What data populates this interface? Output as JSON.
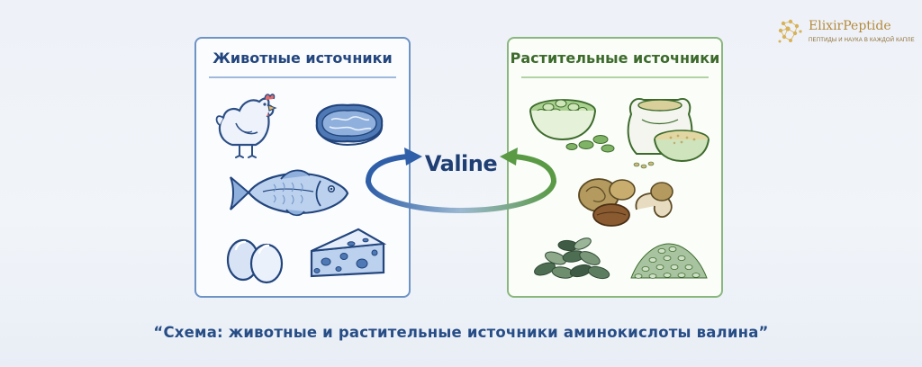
{
  "brand": {
    "name": "ElixirPeptide",
    "tagline": "ПЕПТИДЫ И НАУКА В КАЖДОЙ КАПЛЕ",
    "color": "#b48a3c"
  },
  "diagram": {
    "center_label": "Valine",
    "animal_panel": {
      "title": "Животные источники",
      "border_color": "#6e93c5",
      "items": [
        "chicken-icon",
        "beef-steak-icon",
        "fish-icon",
        "eggs-icon",
        "cheese-icon"
      ]
    },
    "plant_panel": {
      "title": "Растительные источники",
      "border_color": "#8ab77e",
      "items": [
        "beans-bowl-icon",
        "grain-sack-icon",
        "nuts-icon",
        "pumpkin-seeds-icon",
        "lentils-icon"
      ]
    },
    "arrow_colors": {
      "animal": "#2f5fa8",
      "plant": "#5a9a45"
    }
  },
  "caption": "“Схема: животные и растительные источники аминокислоты валина”"
}
